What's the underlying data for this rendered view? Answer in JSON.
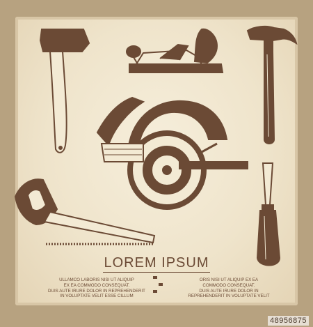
{
  "poster": {
    "title": "LOREM IPSUM",
    "left_text": [
      "ULLAMCO LABORIS NISI UT ALIQUIP",
      "EX EA COMMODO CONSEQUAT.",
      "DUIS AUTE IRURE DOLOR IN REPREHENDERIT",
      "IN VOLUPTATE VELIT ESSE CILLUM"
    ],
    "right_text": [
      "ORIS NISI UT ALIQUIP EX EA",
      "COMMODO CONSEQUAT.",
      "DUIS AUTE IRURE DOLOR IN",
      "REPREHENDERIT IN VOLUPTATE VELIT"
    ],
    "tools": [
      "axe-icon",
      "hand-plane-icon",
      "hammer-icon",
      "circular-saw-icon",
      "hand-saw-icon",
      "chisel-icon"
    ]
  },
  "watermark": {
    "id": "48956875"
  },
  "colors": {
    "ink": "#6b4a35",
    "paper": "#f3ead4",
    "frame": "#b7a280"
  }
}
